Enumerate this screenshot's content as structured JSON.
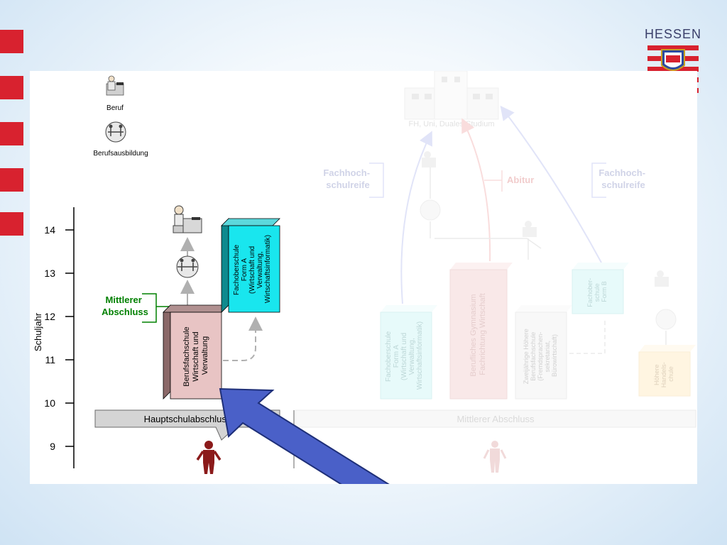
{
  "logo": {
    "text": "HESSEN",
    "icon": "hessen-coat-of-arms-icon"
  },
  "legend": {
    "beruf": "Beruf",
    "berufsausbildung": "Berufsausbildung",
    "icons": [
      "worker-at-desk-icon",
      "apprentices-icon"
    ]
  },
  "axis": {
    "label": "Schuljahr",
    "ticks": [
      "14",
      "13",
      "12",
      "11",
      "10",
      "9"
    ]
  },
  "boxes": {
    "bfs_lines": [
      "Berufsfachschule",
      "Wirtschaft und",
      "Verwaltung"
    ],
    "fos_a_lines": [
      "Fachoberschule",
      "Form A",
      "(Wirtschaft und",
      "Verwaltung,",
      "Wirtschaftsinformatik)"
    ],
    "faded_fos_a_lines": [
      "Fachoberschule",
      "Form A",
      "(Wirtschaft und",
      "Verwaltung,",
      "Wirtschaftsinformatik)"
    ],
    "faded_gym_lines": [
      "Berufliches Gymnasium",
      "Fachrichtung Wirtschaft"
    ],
    "faded_bfs2_lines": [
      "Zweijährige Höhere",
      "Berufsfachschule",
      "(Fremdsprachen-",
      "sekretariat,",
      "Bürowirtschaft)"
    ],
    "faded_fos_b_lines": [
      "Fachober-",
      "schule",
      "Form B"
    ],
    "faded_hhs_lines": [
      "Höhere",
      "Handels-",
      "chule"
    ]
  },
  "labels": {
    "mittlerer_abschluss_lines": [
      "Mittlerer",
      "Abschluss"
    ],
    "hauptschulabschluss": "Hauptschulabschluss",
    "mittlerer_abschluss_bar": "Mittlerer Abschluss",
    "fh_uni": "FH, Uni, Duales Studium",
    "fachhochschulreife_left_lines": [
      "Fachhoch-",
      "schulreife"
    ],
    "abitur": "Abitur",
    "fachhochschulreife_right_lines": [
      "Fachhoch-",
      "schulreife"
    ]
  },
  "colors": {
    "stripe_red": "#d8222f",
    "bfs_face": "#e8c4c4",
    "bfs_side": "#8a6868",
    "fos_face": "#19e6ee",
    "fos_side": "#0f8a8e",
    "label_green": "#008000",
    "arrow_blue": "#4a60c8",
    "figure_red": "#8b1a1a"
  }
}
